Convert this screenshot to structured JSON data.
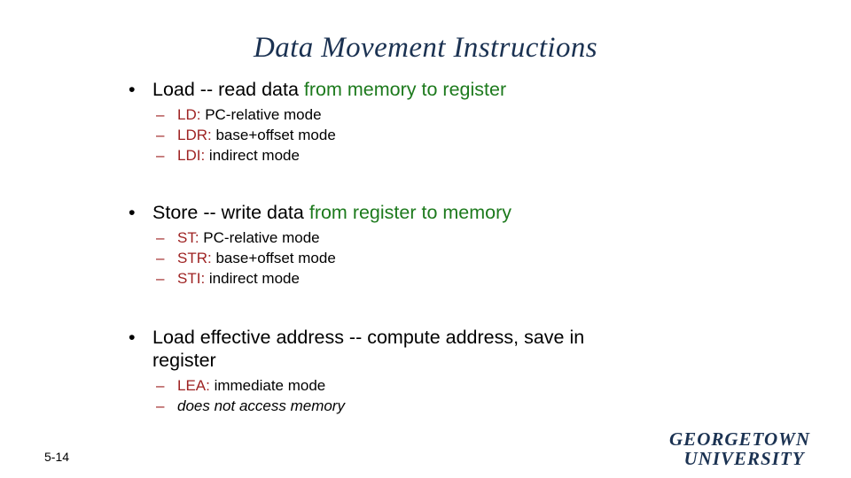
{
  "slide": {
    "title": "Data Movement Instructions",
    "page_number": "5-14",
    "title_color": "#1b3252",
    "accent_green": "#1d7a1d",
    "accent_red": "#9e2222",
    "body_black": "#000000",
    "background": "#ffffff"
  },
  "blocks": [
    {
      "bullet_marker": "•",
      "lead_text": "Load -- read data ",
      "accent_text": "from memory to register",
      "sub_marker": "–",
      "sub_items": [
        {
          "label": "LD:",
          "desc": " PC-relative mode",
          "italic": false
        },
        {
          "label": "LDR:",
          "desc": " base+offset mode",
          "italic": false
        },
        {
          "label": "LDI:",
          "desc": " indirect mode",
          "italic": false
        }
      ]
    },
    {
      "bullet_marker": "•",
      "lead_text": "Store -- write data ",
      "accent_text": "from register to memory",
      "sub_marker": "–",
      "sub_items": [
        {
          "label": "ST:",
          "desc": " PC-relative mode",
          "italic": false
        },
        {
          "label": "STR:",
          "desc": " base+offset mode",
          "italic": false
        },
        {
          "label": "STI:",
          "desc": " indirect mode",
          "italic": false
        }
      ]
    },
    {
      "bullet_marker": "•",
      "lead_text": "Load effective address -- compute address, save in register",
      "accent_text": "",
      "sub_marker": "–",
      "sub_items": [
        {
          "label": "LEA:",
          "desc": " immediate mode",
          "italic": false
        },
        {
          "label": "",
          "desc": "does not access memory",
          "italic": true
        }
      ]
    }
  ],
  "brand": {
    "line1": "GEORGETOWN",
    "line2": "UNIVERSITY"
  }
}
